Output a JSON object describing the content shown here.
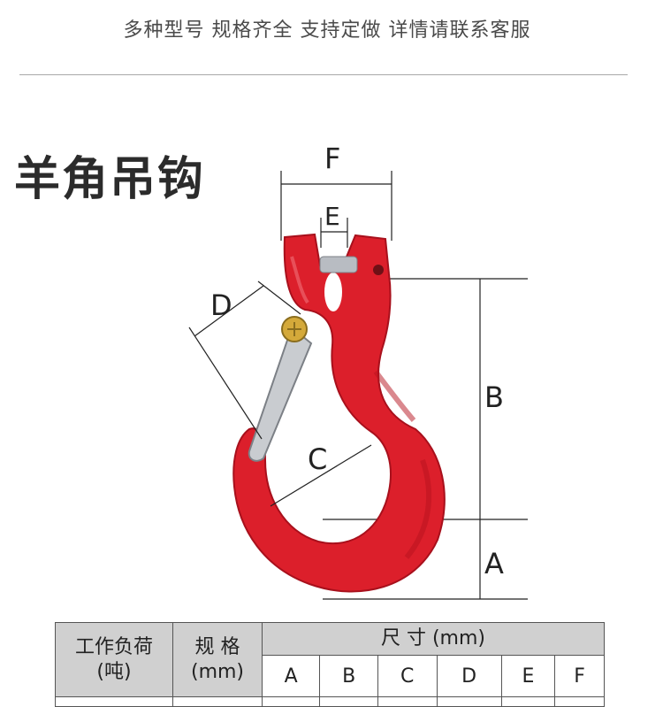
{
  "header": {
    "tagline": "多种型号 规格齐全 支持定做 详情请联系客服"
  },
  "product": {
    "title": "羊角吊钩"
  },
  "diagram": {
    "labels": {
      "A": "A",
      "B": "B",
      "C": "C",
      "D": "D",
      "E": "E",
      "F": "F"
    },
    "colors": {
      "hook": "#dc1f2b",
      "hook_dark": "#a8101c",
      "latch": "#c9ccd0",
      "pin": "#b8bcc2",
      "bolt": "#d4a93a"
    }
  },
  "table": {
    "col_load_line1": "工作负荷",
    "col_load_line2": "(吨)",
    "col_spec_line1": "规 格",
    "col_spec_line2": "(mm)",
    "col_dim_title": "尺 寸 (mm)",
    "dim_columns": [
      "A",
      "B",
      "C",
      "D",
      "E",
      "F"
    ]
  }
}
